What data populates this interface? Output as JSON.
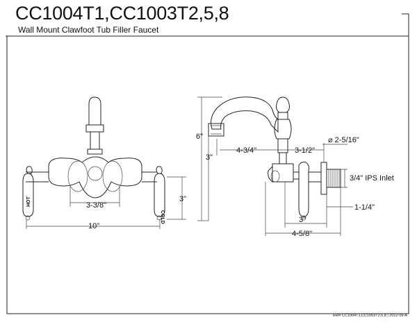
{
  "header": {
    "title": "CC1004T1,CC1003T2,5,8",
    "subtitle": "Wall Mount Clawfoot Tub Filler Faucet"
  },
  "front_view": {
    "dim_center": "3-3/8\"",
    "dim_width": "10\"",
    "dim_height": "3\"",
    "handle_left_label": "HOT",
    "handle_right_label": "COLD"
  },
  "side_view": {
    "dim_total_height": "6\"",
    "dim_spout_height": "3\"",
    "dim_spout_reach": "4-3/4\"",
    "dim_body_reach": "3-1/2\"",
    "dim_diameter": "⌀ 2-5/16\"",
    "dim_inlet": "3/4\" IPS Inlet",
    "dim_inlet_len": "1-1/4\"",
    "dim_depth": "3\"",
    "dim_total_depth": "4-5/8\""
  },
  "footer": {
    "reference": "Ref# CC1004T1,CC1003T2,5,8 | 2012-09-A"
  }
}
